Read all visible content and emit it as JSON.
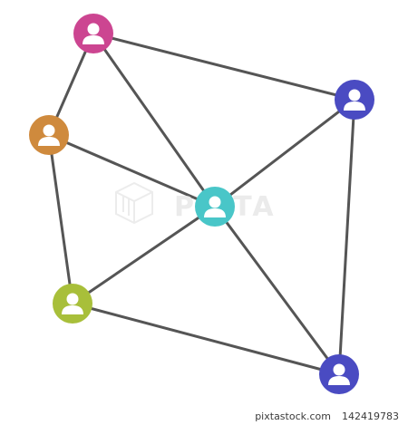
{
  "colors": {
    "edge": "#555555",
    "background": "#ffffff",
    "person_glyph": "#ffffff"
  },
  "nodes": [
    {
      "id": "magenta",
      "color": "#cc4591",
      "icon": "person-icon"
    },
    {
      "id": "orange",
      "color": "#cf8a3d",
      "icon": "person-icon"
    },
    {
      "id": "teal-center",
      "color": "#49c6c8",
      "icon": "person-icon"
    },
    {
      "id": "blue-upper",
      "color": "#4a4bc2",
      "icon": "person-icon"
    },
    {
      "id": "lime",
      "color": "#a8bf3a",
      "icon": "person-icon"
    },
    {
      "id": "blue-lower",
      "color": "#4a4bc2",
      "icon": "person-icon"
    }
  ],
  "edges": [
    [
      "magenta",
      "blue-upper"
    ],
    [
      "magenta",
      "orange"
    ],
    [
      "magenta",
      "teal-center"
    ],
    [
      "orange",
      "teal-center"
    ],
    [
      "orange",
      "lime"
    ],
    [
      "blue-upper",
      "teal-center"
    ],
    [
      "blue-upper",
      "blue-lower"
    ],
    [
      "teal-center",
      "lime"
    ],
    [
      "teal-center",
      "blue-lower"
    ],
    [
      "lime",
      "blue-lower"
    ]
  ],
  "watermark": {
    "text": "PIXTA",
    "icon": "pixta-logo-icon"
  },
  "footer": {
    "site": "pixtastock.com",
    "image_id": "142419783"
  }
}
